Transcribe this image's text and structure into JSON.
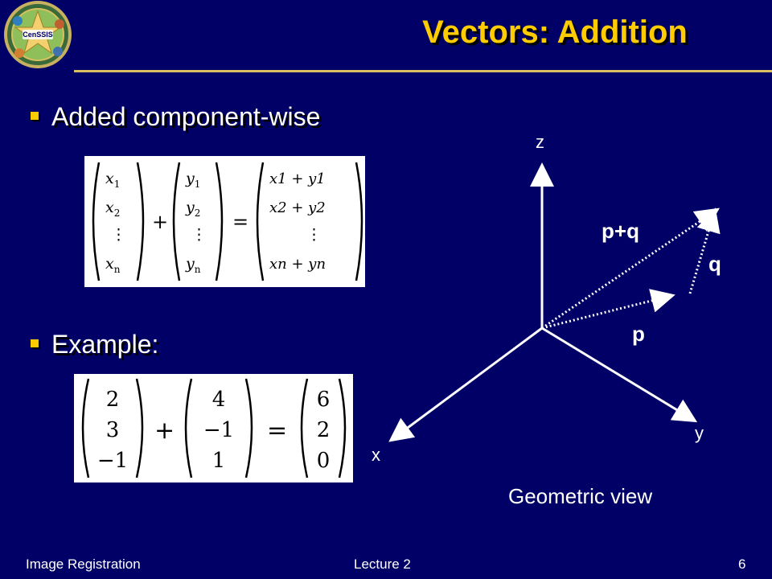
{
  "title": "Vectors:  Addition",
  "logo": {
    "text": "CenSSIS"
  },
  "bullets": [
    {
      "label": "Added component-wise"
    },
    {
      "label": "Example:"
    }
  ],
  "formula_general": {
    "left": [
      "x",
      "x",
      "⋮",
      "x"
    ],
    "left_subs": [
      "1",
      "2",
      "",
      "n"
    ],
    "middle": [
      "y",
      "y",
      "⋮",
      "y"
    ],
    "middle_subs": [
      "1",
      "2",
      "",
      "n"
    ],
    "plus": "+",
    "equals": "=",
    "result": [
      "x1 + y1",
      "x2 + y2",
      "⋮",
      "xn + yn"
    ]
  },
  "formula_example": {
    "a": [
      "2",
      "3",
      "−1"
    ],
    "b": [
      "4",
      "−1",
      "1"
    ],
    "c": [
      "6",
      "2",
      "0"
    ],
    "plus": "+",
    "equals": "="
  },
  "diagram": {
    "axis_z": "z",
    "axis_y": "y",
    "axis_x": "x",
    "vec_p": "p",
    "vec_q": "q",
    "vec_sum": "p+q",
    "caption": "Geometric view"
  },
  "footer": {
    "left": "Image Registration",
    "center": "Lecture 2",
    "page": "6"
  },
  "colors": {
    "background": "#000066",
    "title": "#ffcc00",
    "rule": "#d8c060",
    "text": "#ffffff"
  }
}
